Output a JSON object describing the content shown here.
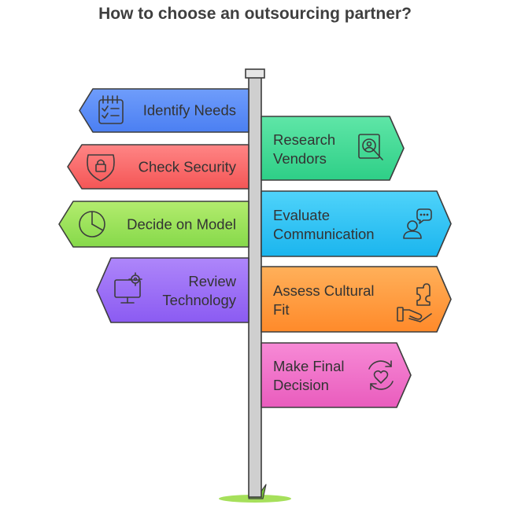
{
  "title": "How to choose an outsourcing partner?",
  "signs": {
    "identify_needs": {
      "lines": [
        "Identify Needs"
      ],
      "color": "#5b8ff9",
      "icon": "checklist-icon"
    },
    "research_vendors": {
      "lines": [
        "Research",
        "Vendors"
      ],
      "color": "#3ddc97",
      "icon": "document-search-icon"
    },
    "check_security": {
      "lines": [
        "Check Security"
      ],
      "color": "#ff6b6b",
      "icon": "shield-lock-icon"
    },
    "decide_model": {
      "lines": [
        "Decide on Model"
      ],
      "color": "#9be15d",
      "icon": "pie-chart-icon"
    },
    "evaluate_comm": {
      "lines": [
        "Evaluate",
        "Communication"
      ],
      "color": "#2ec5f5",
      "icon": "person-chat-icon"
    },
    "review_tech": {
      "lines": [
        "Review",
        "Technology"
      ],
      "color": "#9b6cf7",
      "icon": "monitor-gear-icon"
    },
    "assess_fit": {
      "lines": [
        "Assess Cultural",
        "Fit"
      ],
      "color": "#ff9a3d",
      "icon": "hand-puzzle-icon"
    },
    "final_decision": {
      "lines": [
        "Make Final",
        "Decision"
      ],
      "color": "#f06ac8",
      "icon": "heart-cycle-icon"
    }
  }
}
